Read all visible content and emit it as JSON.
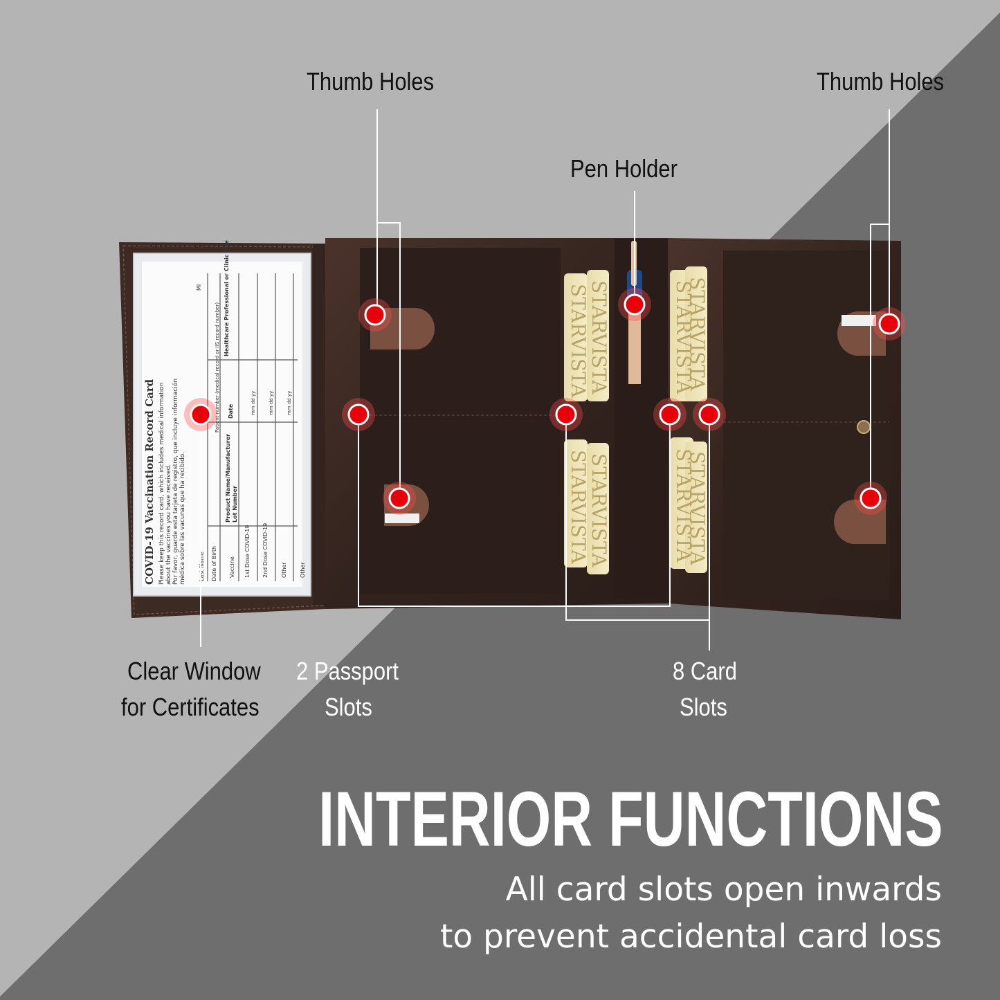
{
  "colors": {
    "bg_light": "#b4b4b4",
    "bg_dark": "#6e6e6e",
    "leather": "#3a2822",
    "leather_inner": "#2c1f1b",
    "marker": "#e8000b",
    "text_dark": "#111111",
    "text_light": "#ffffff"
  },
  "callouts": {
    "thumb_holes_left": "Thumb Holes",
    "thumb_holes_right": "Thumb Holes",
    "pen_holder": "Pen Holder",
    "clear_window_line1": "Clear Window",
    "clear_window_line2": "for Certificates",
    "passport_line1": "2 Passport",
    "passport_line2": "Slots",
    "card_line1": "8 Card",
    "card_line2": "Slots"
  },
  "headline": "INTERIOR FUNCTIONS",
  "subtitle": {
    "line1": "All card slots open inwards",
    "line2": "to prevent accidental card loss"
  },
  "vaccine_card": {
    "title": "COVID-19 Vaccination Record Card",
    "intro1": "Please keep this record card, which includes medical information",
    "intro2": "about the vaccines you have received.",
    "intro3": "Por favor, guarde esta tarjeta de registro, que incluye información",
    "intro4": "médica sobre las vacunas que ha recibido.",
    "last_name": "Last Name",
    "date_of_birth": "Date of Birth",
    "vaccine": "Vaccine",
    "dose1": "1st Dose COVID-19",
    "dose2": "2nd Dose COVID-19",
    "other1": "Other",
    "other2": "Other",
    "product": "Product Name/Manufacturer",
    "lot": "Lot Number",
    "date": "Date",
    "provider": "Healthcare Professional or Clinic Site",
    "patient_number": "Patient number (medical record or IIS record number)",
    "mi": "MI",
    "mm_dd_yy": "mm  dd  yy"
  },
  "card_brand": "STARVISTA"
}
